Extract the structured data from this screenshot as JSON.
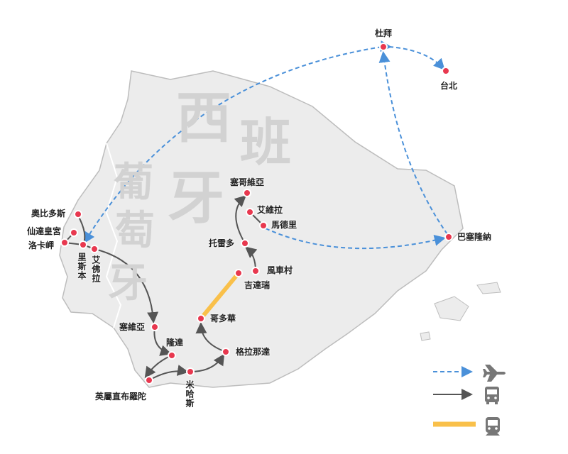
{
  "watermarks": {
    "spain": [
      "西",
      "班",
      "牙"
    ],
    "portugal": [
      "葡",
      "萄",
      "牙"
    ]
  },
  "cities": [
    {
      "id": "dubai",
      "name": "杜拜"
    },
    {
      "id": "taipei",
      "name": "台北"
    },
    {
      "id": "barcelona",
      "name": "巴塞隆納"
    },
    {
      "id": "obidos",
      "name": "奧比多斯"
    },
    {
      "id": "sintra",
      "name": "仙達皇宮"
    },
    {
      "id": "cabo-da-roca",
      "name": "洛卡岬"
    },
    {
      "id": "lisbon",
      "name": "里斯本"
    },
    {
      "id": "evora",
      "name": "艾佛拉"
    },
    {
      "id": "seville",
      "name": "塞維亞"
    },
    {
      "id": "ronda",
      "name": "隆達"
    },
    {
      "id": "gibraltar",
      "name": "英屬直布羅陀"
    },
    {
      "id": "mijas",
      "name": "米哈斯"
    },
    {
      "id": "granada",
      "name": "格拉那達"
    },
    {
      "id": "cordoba",
      "name": "哥多華"
    },
    {
      "id": "consuegra",
      "name": "吉達瑞"
    },
    {
      "id": "windmills",
      "name": "風車村"
    },
    {
      "id": "toledo",
      "name": "托雷多"
    },
    {
      "id": "madrid",
      "name": "馬德里"
    },
    {
      "id": "avila",
      "name": "艾維拉"
    },
    {
      "id": "segovia",
      "name": "塞哥維亞"
    }
  ],
  "legend": [
    {
      "mode": "flight",
      "icon": "airplane-icon",
      "color": "#4a90d9"
    },
    {
      "mode": "bus",
      "icon": "bus-icon",
      "color": "#555555"
    },
    {
      "mode": "train",
      "icon": "train-icon",
      "color": "#f9c04a"
    }
  ],
  "colors": {
    "land": "#ececec",
    "coast": "#bdbdbd",
    "city": "#e8384f",
    "flight": "#4a90d9",
    "bus": "#555555",
    "train": "#f9c04a"
  }
}
